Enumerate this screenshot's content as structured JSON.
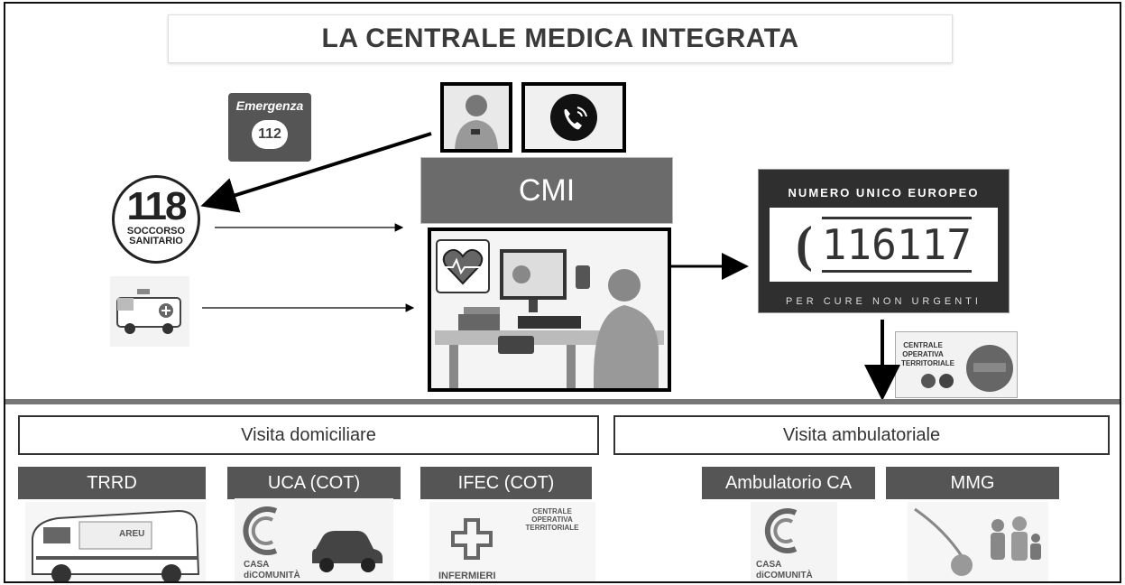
{
  "title": "LA CENTRALE MEDICA INTEGRATA",
  "emergency": {
    "label": "Emergenza",
    "number": "112"
  },
  "cmi": {
    "label": "CMI"
  },
  "soccorso": {
    "number": "118",
    "line1": "SOCCORSO",
    "line2": "SANITARIO"
  },
  "european_number": {
    "header": "NUMERO UNICO EUROPEO",
    "number": "116117",
    "footer": "PER CURE NON URGENTI"
  },
  "cot_logo": {
    "text": "CENTRALE OPERATIVA TERRITORIALE"
  },
  "sections": {
    "home_visit": "Visita domiciliare",
    "clinic_visit": "Visita ambulatoriale"
  },
  "services": [
    {
      "label": "TRRD"
    },
    {
      "label": "UCA (COT)"
    },
    {
      "label": "IFEC (COT)"
    },
    {
      "label": "Ambulatorio CA"
    },
    {
      "label": "MMG"
    }
  ],
  "casa_comunita": {
    "line1": "CASA",
    "line2": "diCOMUNITÀ"
  },
  "infermieri": {
    "label": "INFERMIERI"
  },
  "van_text": "AREU",
  "colors": {
    "dark_gray": "#555555",
    "mid_gray": "#6b6b6b",
    "divider": "#777777"
  }
}
